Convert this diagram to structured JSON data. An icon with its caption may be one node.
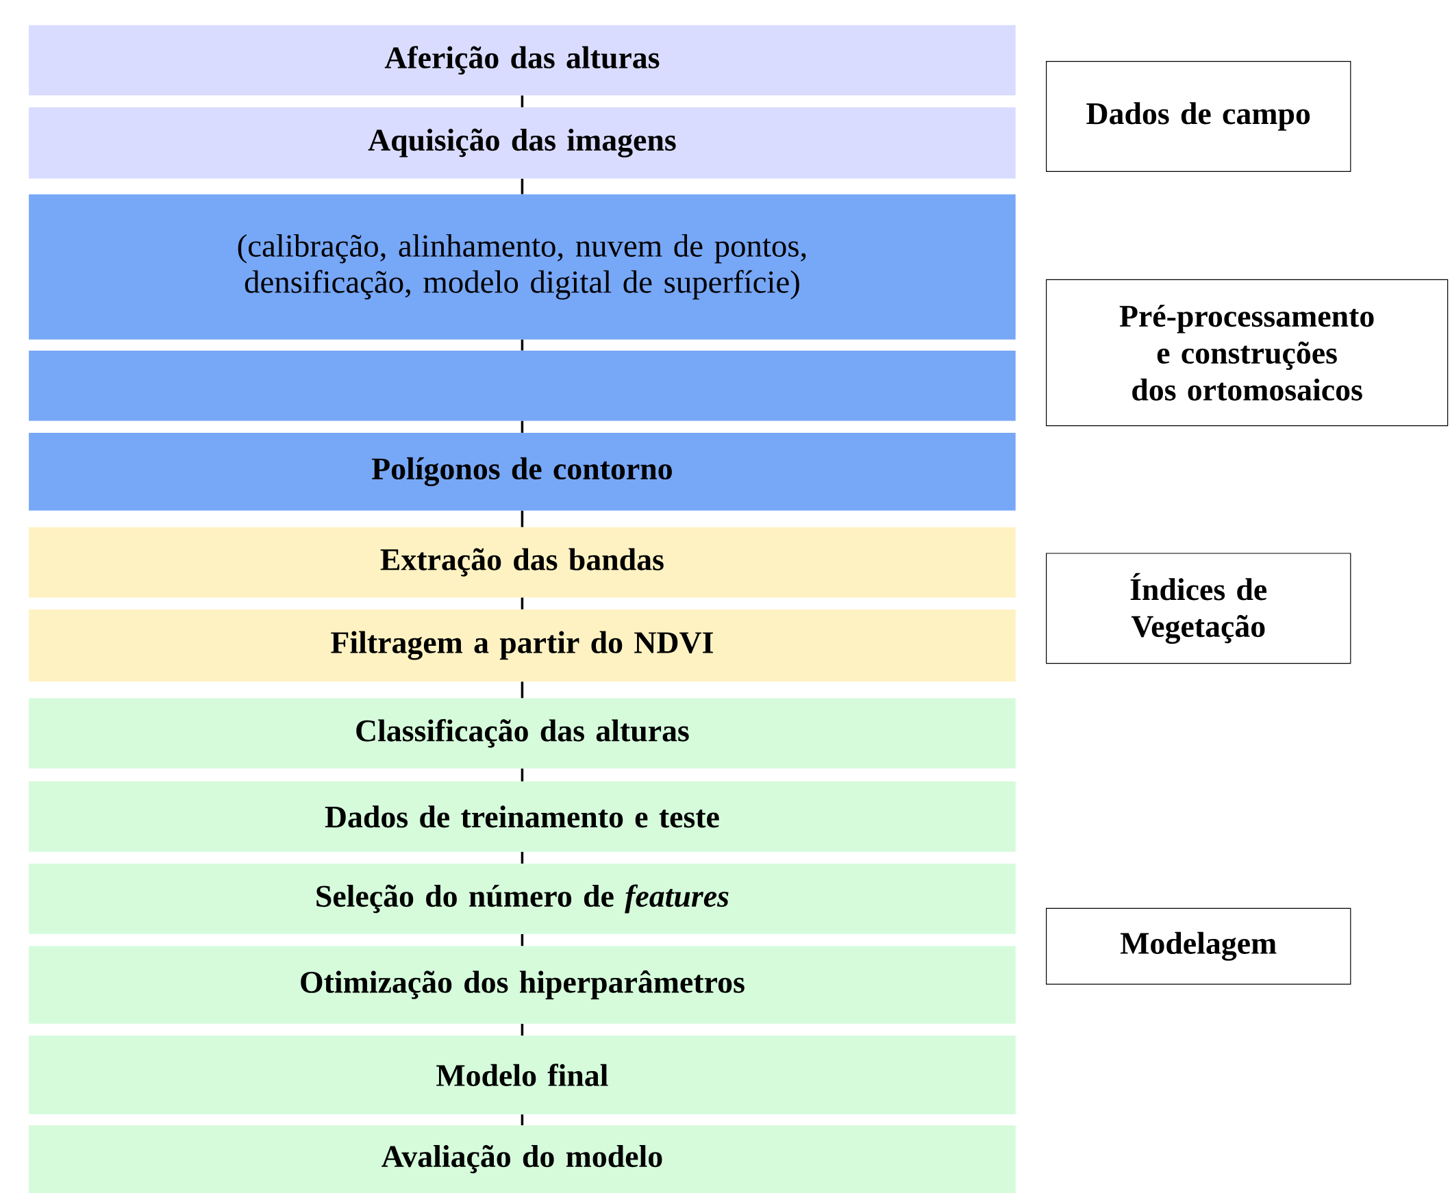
{
  "diagram": {
    "nodes": [
      {
        "text": [
          "Aferição das alturas"
        ]
      },
      {
        "text": [
          "Aquisição das imagens"
        ]
      },
      {
        "text": [
          "(calibração, alinhamento, nuvem de pontos, densificação, modelo digital de superfície)"
        ]
      },
      {
        "text": [],
        "shape": "box"
      },
      {
        "text": [
          "Polígonos de contorno"
        ]
      },
      {
        "text": [
          "Extração das bandas"
        ]
      },
      {
        "text": [
          "Filtragem a partir do NDVI"
        ]
      },
      {
        "text": [
          "Classificação das alturas"
        ]
      },
      {
        "text": [
          "Dados de treinamento e teste"
        ]
      },
      {
        "text": [
          "Seleção do número de *features*"
        ]
      },
      {
        "text": [
          "Otimização dos hiperparâmetros"
        ]
      },
      {
        "text": [
          "Modelo final"
        ]
      },
      {
        "text": [
          "Avaliação do modelo"
        ]
      },
      {
        "text": [
          "Dados de campo"
        ]
      },
      {
        "text": [
          "Pré-processamento e construções dos ortomosaicos"
        ]
      },
      {
        "text": [
          "Índices de Vegetação"
        ]
      },
      {
        "text": [
          "Modelagem"
        ]
      }
    ],
    "edges": [
      {
        "from": 0,
        "to": 1,
        "arrow": "none"
      },
      {
        "from": 1,
        "to": 2,
        "arrow": "none"
      },
      {
        "from": 2,
        "to": 3,
        "arrow": "none"
      },
      {
        "from": 3,
        "to": 4,
        "arrow": "none"
      },
      {
        "from": 4,
        "to": 5,
        "arrow": "none"
      },
      {
        "from": 5,
        "to": 6,
        "arrow": "none"
      },
      {
        "from": 6,
        "to": 7,
        "arrow": "none"
      },
      {
        "from": 7,
        "to": 8,
        "arrow": "none"
      },
      {
        "from": 8,
        "to": 9,
        "arrow": "none"
      },
      {
        "from": 9,
        "to": 10,
        "arrow": "none"
      },
      {
        "from": 10,
        "to": 11,
        "arrow": "none"
      },
      {
        "from": 11,
        "to": 12,
        "arrow": "none"
      }
    ]
  }
}
